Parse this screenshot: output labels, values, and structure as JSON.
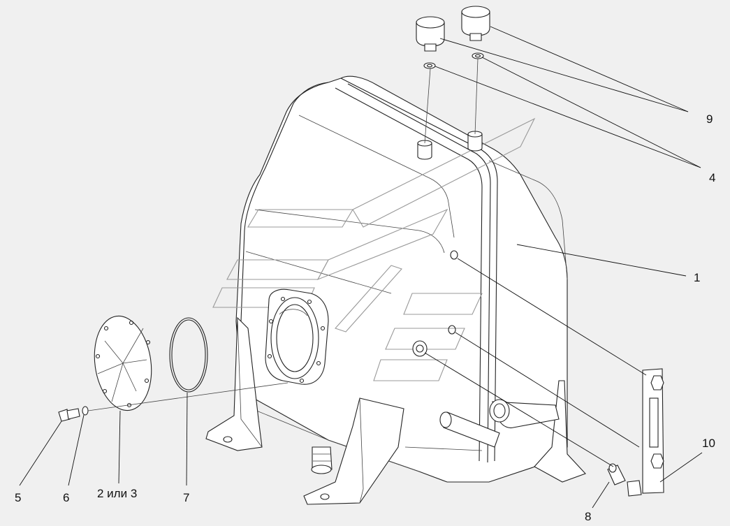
{
  "labels": {
    "p1": "1",
    "p2or3": "2 или 3",
    "p4": "4",
    "p5": "5",
    "p6": "6",
    "p7": "7",
    "p8": "8",
    "p9": "9",
    "p10": "10"
  }
}
